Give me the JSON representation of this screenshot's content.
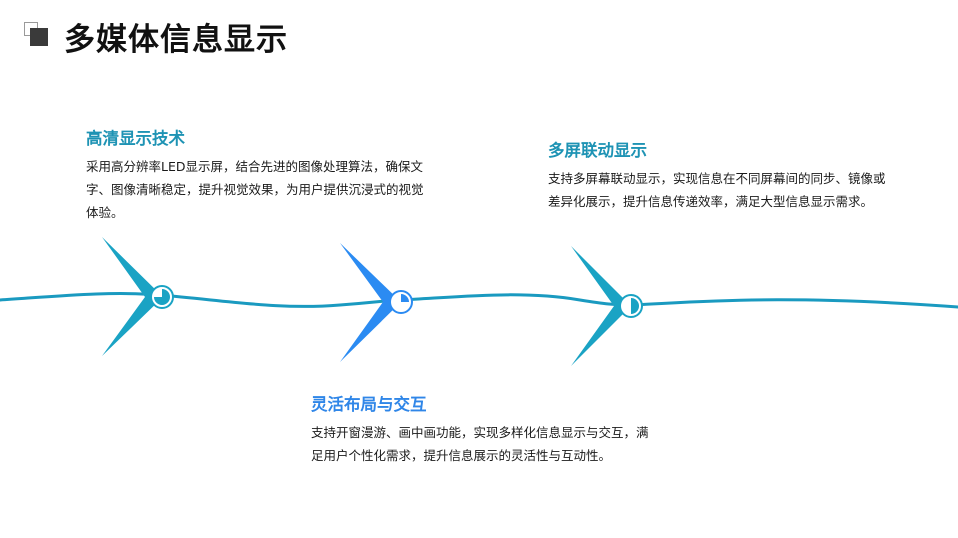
{
  "page": {
    "title": "多媒体信息显示"
  },
  "colors": {
    "teal": "#1AA3C4",
    "blue": "#2B8BF2",
    "line": "#1A9AC0",
    "title": "#111111"
  },
  "items": [
    {
      "title": "高清显示技术",
      "body": "采用高分辨率LED显示屏，结合先进的图像处理算法，确保文字、图像清晰稳定，提升视觉效果，为用户提供沉浸式的视觉体验。",
      "icon": "pie-quarter-icon",
      "progress": 0.75
    },
    {
      "title": "灵活布局与交互",
      "body": "支持开窗漫游、画中画功能，实现多样化信息显示与交互，满足用户个性化需求，提升信息展示的灵活性与互动性。",
      "icon": "pie-quarter-icon",
      "progress": 0.25
    },
    {
      "title": "多屏联动显示",
      "body": "支持多屏幕联动显示，实现信息在不同屏幕间的同步、镜像或差异化展示，提升信息传递效率，满足大型信息显示需求。",
      "icon": "half-circle-icon",
      "progress": 0.5
    }
  ]
}
